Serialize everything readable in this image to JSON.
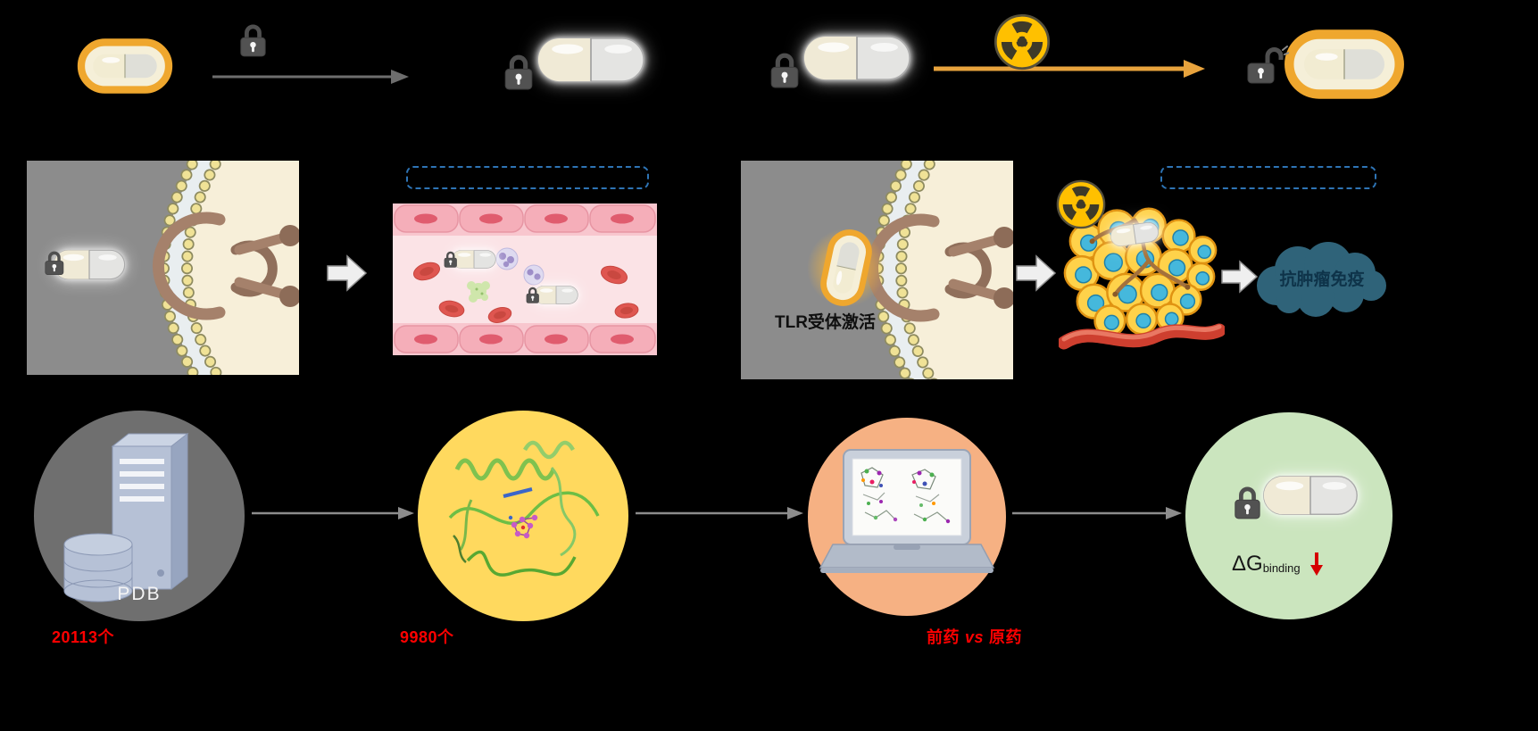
{
  "colors": {
    "background": "#000000",
    "gold_accent": "#EFA72E",
    "gray_arrow": "#6E6E6E",
    "gold_arrow": "#E8A33D",
    "radiation_yellow": "#FFC000",
    "label_red": "#FF0000",
    "dashed_box_blue": "#2E74B5",
    "panel_gray": "#8C8C8C",
    "membrane_cream": "#F7EFD9",
    "vessel_pink": "#FBE3E6",
    "cloud_blue": "#2F6379",
    "circle_pdb_gray": "#6F6F6F",
    "circle_protein_yellow": "#FFD95E",
    "circle_docking_orange": "#F6B183",
    "circle_result_green": "#CBE5BE"
  },
  "icons": {
    "lock_closed": "closed-padlock",
    "lock_open": "open-padlock",
    "radiation": "radiation-trefoil",
    "capsule_locked": "white-capsule-pill",
    "capsule_active": "gold-capsule-pill",
    "tlr_receptor": "tlr-receptor",
    "server_database": "pdb-server-database",
    "protein_structure": "protein-ribbon",
    "docking_laptop": "laptop-molecular-docking",
    "immunity_cloud": "cloud",
    "decrease_arrow": "red-down-arrow"
  },
  "middle_row": {
    "tlr_activation_label": "TLR受体激活",
    "immunity_cloud_text": "抗肿瘤免疫"
  },
  "bottom_row": {
    "pdb_label": "PDB",
    "pdb_count": "20113个",
    "screened_count": "9980个",
    "compare_prodrug": "前药",
    "compare_vs": "vs",
    "compare_parent": "原药",
    "delta_g_main": "ΔG",
    "delta_g_sub": "binding"
  }
}
